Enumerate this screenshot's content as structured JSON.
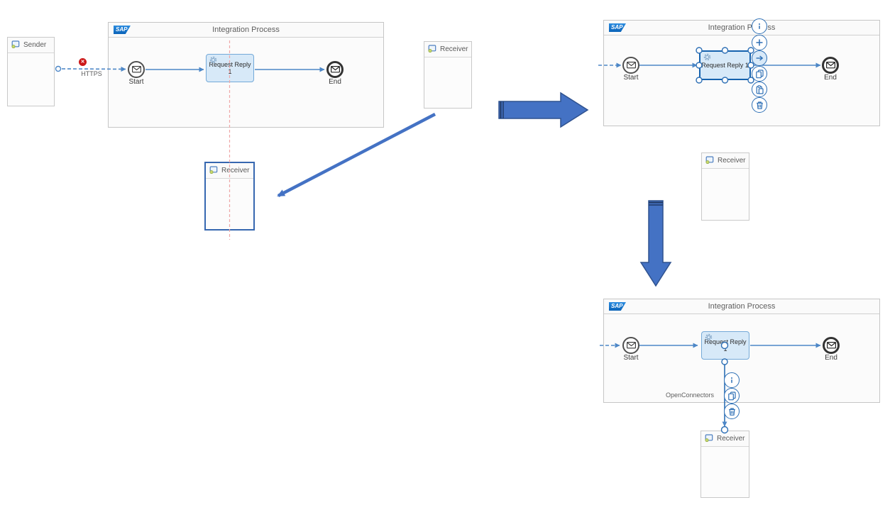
{
  "brand": {
    "logo_text": "SAP"
  },
  "process": {
    "title": "Integration Process",
    "start_label": "Start",
    "end_label": "End",
    "step_label": "Request Reply 1"
  },
  "participants": {
    "sender_label": "Sender",
    "receiver_label": "Receiver"
  },
  "connection": {
    "protocol_label": "HTTPS",
    "adapter_label": "OpenConnectors",
    "error_glyph": "✕"
  },
  "toolbar": {
    "step_actions": [
      "info",
      "add",
      "connect",
      "copy",
      "paste",
      "delete"
    ],
    "connection_actions": [
      "info",
      "copy",
      "delete"
    ]
  },
  "colors": {
    "annotation_arrow": "#4472C4",
    "annotation_arrow_border": "#2F528F",
    "connector_blue": "#4D87C7",
    "selection_blue": "#1562AE",
    "tool_blue": "#2D6FB5",
    "step_fill": "#D7E9F8",
    "guide_line_red": "#EFA7A7",
    "error_red": "#CC1919",
    "sap_blue": "#0B63B8"
  }
}
